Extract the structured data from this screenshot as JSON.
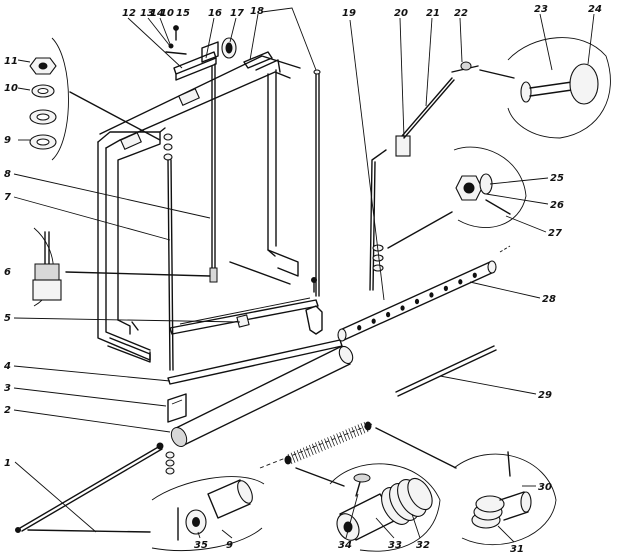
{
  "figure": {
    "callouts": [
      {
        "id": "c1",
        "text": "1"
      },
      {
        "id": "c2",
        "text": "2"
      },
      {
        "id": "c3",
        "text": "3"
      },
      {
        "id": "c4",
        "text": "4"
      },
      {
        "id": "c5",
        "text": "5"
      },
      {
        "id": "c6",
        "text": "6"
      },
      {
        "id": "c7",
        "text": "7"
      },
      {
        "id": "c8",
        "text": "8"
      },
      {
        "id": "c9a",
        "text": "9"
      },
      {
        "id": "c9b",
        "text": "9"
      },
      {
        "id": "c10a",
        "text": "10"
      },
      {
        "id": "c10b",
        "text": "10"
      },
      {
        "id": "c11",
        "text": "11"
      },
      {
        "id": "c12",
        "text": "12"
      },
      {
        "id": "c13",
        "text": "13"
      },
      {
        "id": "c14",
        "text": "14"
      },
      {
        "id": "c15",
        "text": "15"
      },
      {
        "id": "c16",
        "text": "16"
      },
      {
        "id": "c17",
        "text": "17"
      },
      {
        "id": "c18",
        "text": "18"
      },
      {
        "id": "c19",
        "text": "19"
      },
      {
        "id": "c20",
        "text": "20"
      },
      {
        "id": "c21",
        "text": "21"
      },
      {
        "id": "c22",
        "text": "22"
      },
      {
        "id": "c23",
        "text": "23"
      },
      {
        "id": "c24",
        "text": "24"
      },
      {
        "id": "c25",
        "text": "25"
      },
      {
        "id": "c26",
        "text": "26"
      },
      {
        "id": "c27",
        "text": "27"
      },
      {
        "id": "c28",
        "text": "28"
      },
      {
        "id": "c29",
        "text": "29"
      },
      {
        "id": "c30",
        "text": "30"
      },
      {
        "id": "c31",
        "text": "31"
      },
      {
        "id": "c32",
        "text": "32"
      },
      {
        "id": "c33",
        "text": "33"
      },
      {
        "id": "c34",
        "text": "34"
      },
      {
        "id": "c35",
        "text": "35"
      }
    ]
  }
}
